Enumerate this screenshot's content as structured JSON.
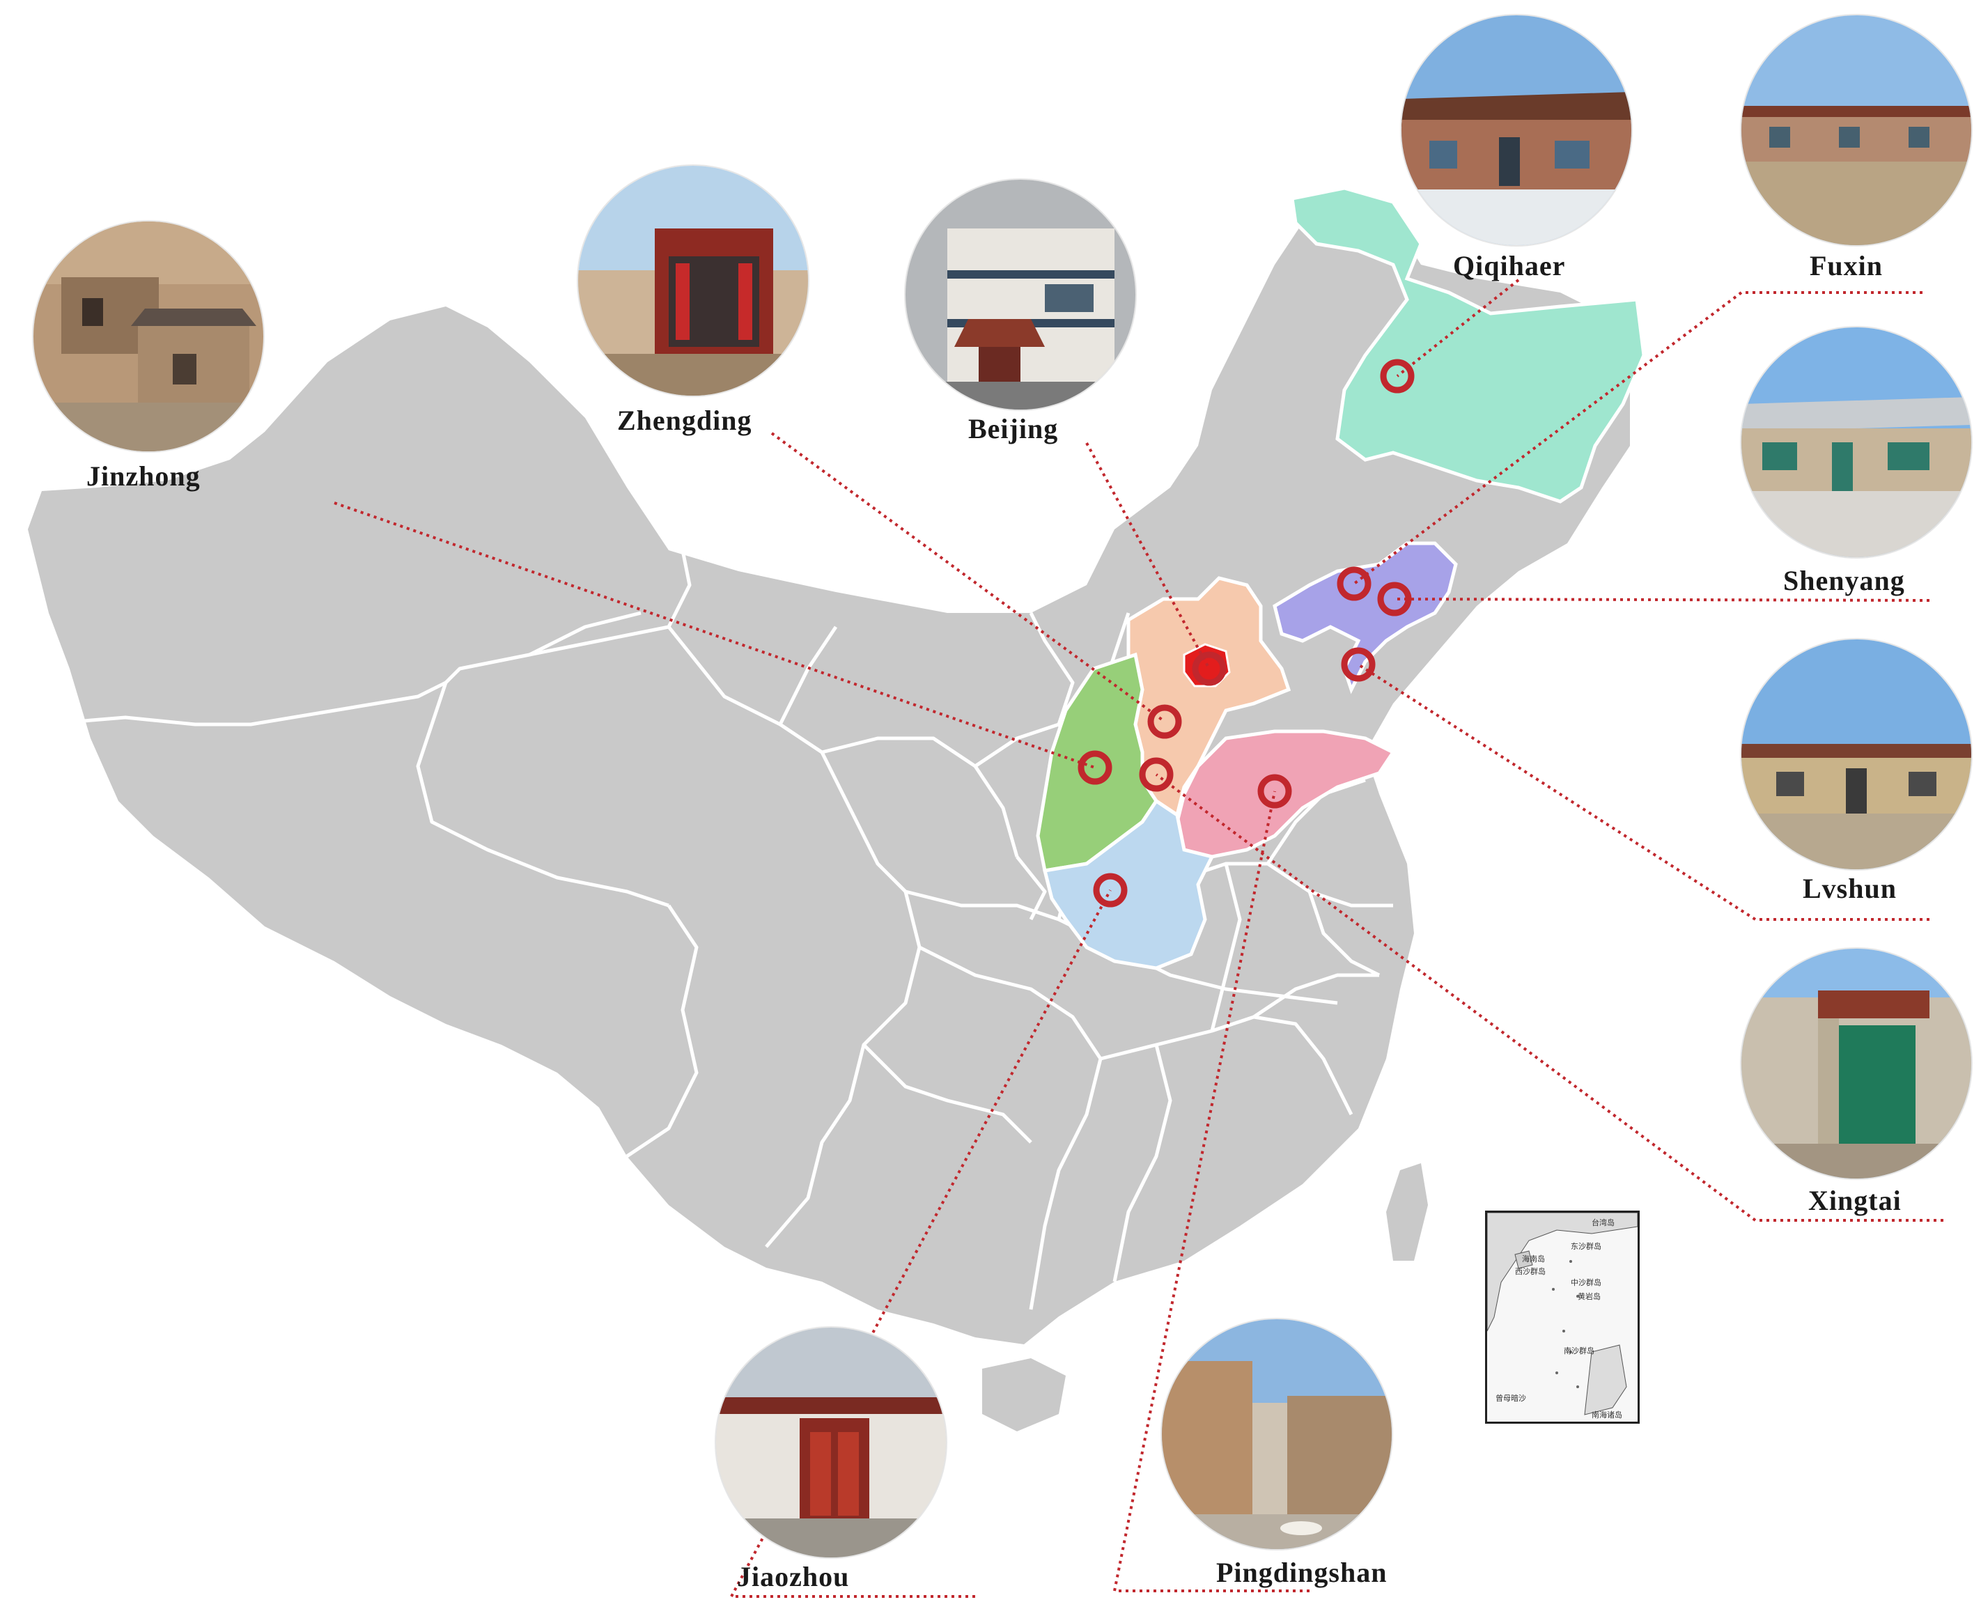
{
  "map": {
    "colors": {
      "land": "#c9c9c9",
      "border": "#ffffff",
      "heilongjiang": "#9fe6cf",
      "liaoning": "#a7a2e8",
      "hebei": "#f6c9ad",
      "beijing": "#e31d1d",
      "shanxi": "#97cf79",
      "shandong": "#f0a3b5",
      "henan": "#bcd8ef",
      "marker": "#c1272d",
      "leader": "#c1272d"
    }
  },
  "sites": [
    {
      "id": "jinzhong",
      "label": "Jinzhong"
    },
    {
      "id": "zhengding",
      "label": "Zhengding"
    },
    {
      "id": "beijing",
      "label": "Beijing"
    },
    {
      "id": "qiqihaer",
      "label": "Qiqihaer"
    },
    {
      "id": "fuxin",
      "label": "Fuxin"
    },
    {
      "id": "shenyang",
      "label": "Shenyang"
    },
    {
      "id": "lvshun",
      "label": "Lvshun"
    },
    {
      "id": "xingtai",
      "label": "Xingtai"
    },
    {
      "id": "jiaozhou",
      "label": "Jiaozhou"
    },
    {
      "id": "pingdingshan",
      "label": "Pingdingshan"
    }
  ],
  "inset": {
    "captions": [
      "台湾岛",
      "东沙群岛",
      "海南岛",
      "西沙群岛",
      "中沙群岛",
      "黄岩岛",
      "南沙群岛",
      "曾母暗沙",
      "南海诸岛"
    ]
  }
}
